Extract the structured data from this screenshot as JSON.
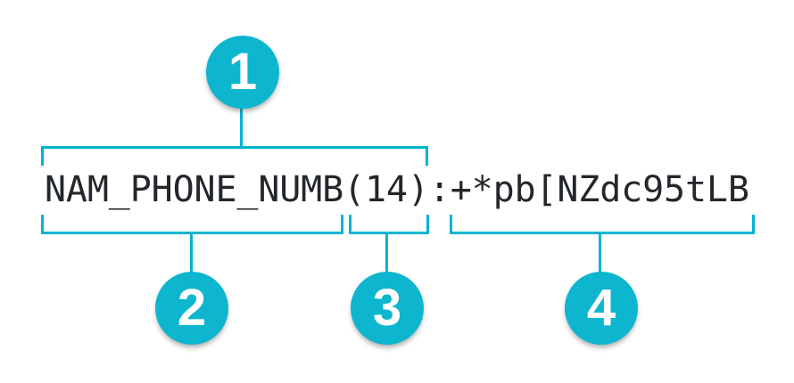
{
  "diagram": {
    "token": "NAM_PHONE_NUMB(14):+*pb[NZdc95tLB",
    "colors": {
      "accent": "#00b4d0",
      "circle-fill": "#0db6ce",
      "token-text": "#23272c",
      "callout-number": "#ffffff",
      "background": "#ffffff"
    },
    "callouts": [
      {
        "label": "1",
        "covers": "NAM_PHONE_NUMB(14)"
      },
      {
        "label": "2",
        "covers": "NAM_PHONE_NUMB"
      },
      {
        "label": "3",
        "covers": "(14)"
      },
      {
        "label": "4",
        "covers": "+*pb[NZdc95tLB"
      }
    ]
  }
}
